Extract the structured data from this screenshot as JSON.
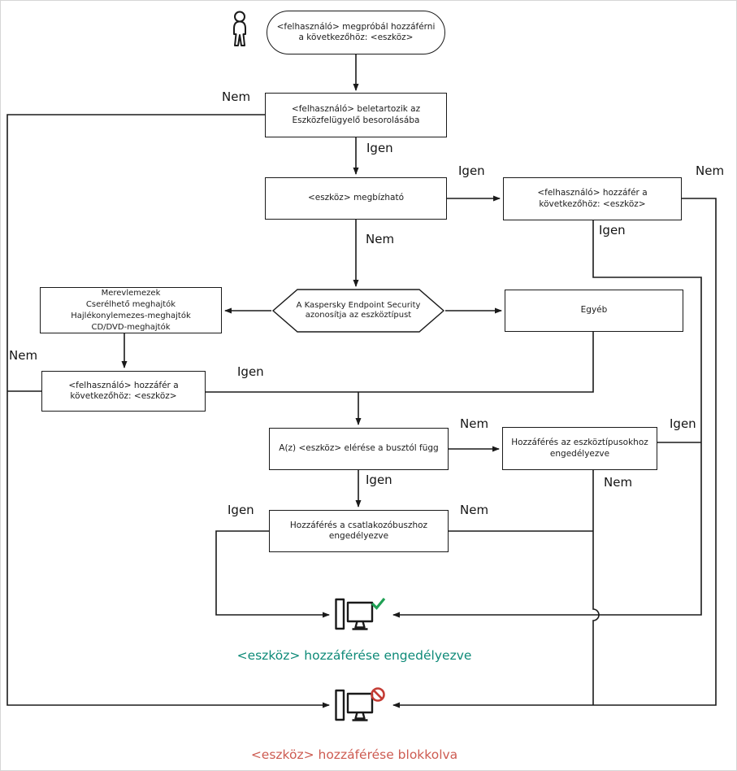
{
  "nodes": {
    "start": {
      "label": "<felhasználó> megpróbál hozzáférni a következőhöz: <eszköz>"
    },
    "classification": {
      "label": "<felhasználó> beletartozik az Eszközfelügyelő besorolásába"
    },
    "trusted": {
      "label": "<eszköz> megbízható"
    },
    "trusted_user_access": {
      "label": "<felhasználó> hozzáfér a következőhöz: <eszköz>"
    },
    "identify": {
      "label": "A Kaspersky Endpoint Security azonosítja az eszköztípust"
    },
    "device_types": {
      "lines": [
        "Merevlemezek",
        "Cserélhető meghajtók",
        "Hajlékonylemezes-meghajtók",
        "CD/DVD-meghajtók"
      ]
    },
    "other": {
      "label": "Egyéb"
    },
    "user_access": {
      "label": "<felhasználó> hozzáfér a következőhöz: <eszköz>"
    },
    "bus_dependent": {
      "label": "A(z) <eszköz> elérése a busztól függ"
    },
    "type_allowed": {
      "label": "Hozzáférés az eszköztípusokhoz engedélyezve"
    },
    "bus_allowed": {
      "label": "Hozzáférés a csatlakozóbuszhoz engedélyezve"
    }
  },
  "edge_labels": {
    "classification_no": "Nem",
    "classification_yes": "Igen",
    "trusted_yes": "Igen",
    "trusted_no": "Nem",
    "trusted_access_yes": "Igen",
    "trusted_access_no": "Nem",
    "user_access_no": "Nem",
    "user_access_yes": "Igen",
    "bus_dependent_no": "Nem",
    "bus_dependent_yes": "Igen",
    "type_allowed_yes": "Igen",
    "type_allowed_no": "Nem",
    "bus_allowed_yes": "Igen",
    "bus_allowed_no": "Nem"
  },
  "results": {
    "allowed": "<eszköz> hozzáférése engedélyezve",
    "blocked": "<eszköz> hozzáférése blokkolva"
  },
  "icons": {
    "user": "user-icon",
    "allowed": "computer-check-icon",
    "blocked": "computer-blocked-icon"
  },
  "colors": {
    "line": "#1a1a1a",
    "allowed_text": "#0e8a78",
    "blocked_text": "#cd5b51",
    "check": "#1fa054",
    "prohibited": "#c43b34"
  }
}
